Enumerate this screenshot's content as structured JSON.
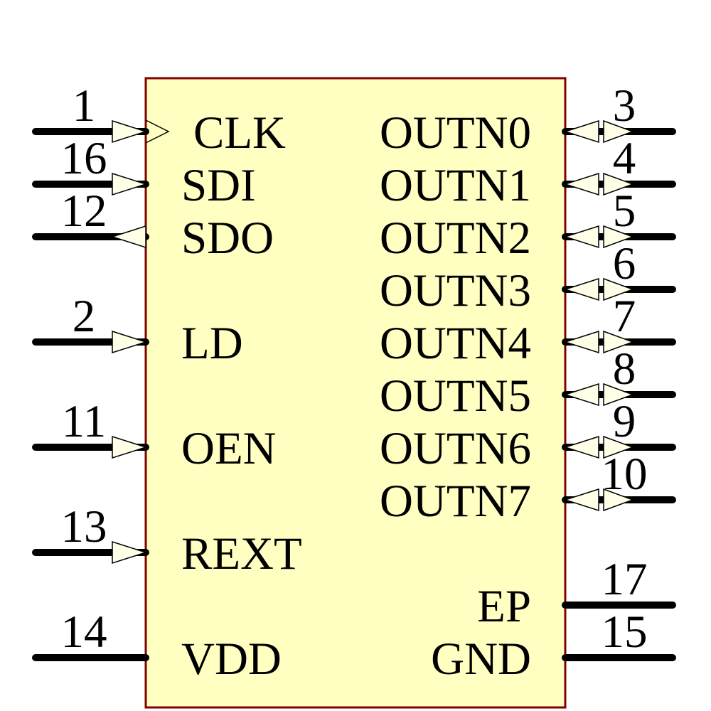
{
  "diagram": {
    "kind": "ic-schematic-symbol",
    "colors": {
      "background": "#FFFFFF",
      "body_fill": "#FFFFC2",
      "body_border": "#800000",
      "wire": "#000000",
      "arrow_fill": "#FFFEE6",
      "text": "#000000"
    },
    "left_pins": [
      {
        "number": "1",
        "label": "CLK",
        "row": 0,
        "type": "clock-input"
      },
      {
        "number": "16",
        "label": "SDI",
        "row": 1,
        "type": "input"
      },
      {
        "number": "12",
        "label": "SDO",
        "row": 2,
        "type": "output"
      },
      {
        "number": "2",
        "label": "LD",
        "row": 4,
        "type": "input"
      },
      {
        "number": "11",
        "label": "OEN",
        "row": 6,
        "type": "input"
      },
      {
        "number": "13",
        "label": "REXT",
        "row": 8,
        "type": "input"
      },
      {
        "number": "14",
        "label": "VDD",
        "row": 10,
        "type": "power"
      }
    ],
    "right_pins": [
      {
        "number": "3",
        "label": "OUTN0",
        "row": 0,
        "type": "bidirectional"
      },
      {
        "number": "4",
        "label": "OUTN1",
        "row": 1,
        "type": "bidirectional"
      },
      {
        "number": "5",
        "label": "OUTN2",
        "row": 2,
        "type": "bidirectional"
      },
      {
        "number": "6",
        "label": "OUTN3",
        "row": 3,
        "type": "bidirectional"
      },
      {
        "number": "7",
        "label": "OUTN4",
        "row": 4,
        "type": "bidirectional"
      },
      {
        "number": "8",
        "label": "OUTN5",
        "row": 5,
        "type": "bidirectional"
      },
      {
        "number": "9",
        "label": "OUTN6",
        "row": 6,
        "type": "bidirectional"
      },
      {
        "number": "10",
        "label": "OUTN7",
        "row": 7,
        "type": "bidirectional"
      },
      {
        "number": "17",
        "label": "EP",
        "row": 9,
        "type": "power"
      },
      {
        "number": "15",
        "label": "GND",
        "row": 10,
        "type": "power"
      }
    ]
  }
}
